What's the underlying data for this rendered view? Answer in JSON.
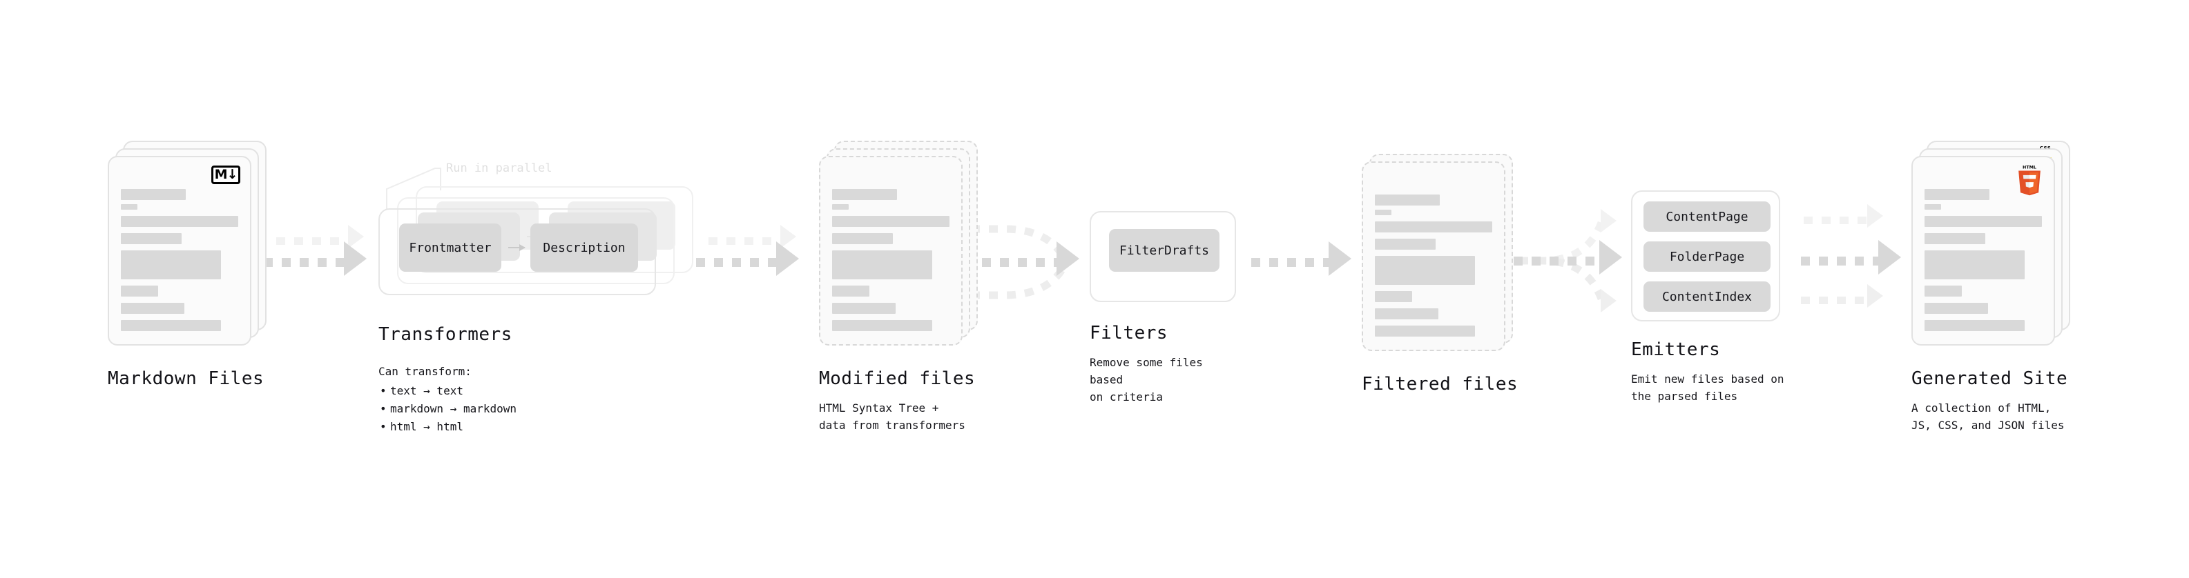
{
  "diagram": {
    "title": "Quartz build pipeline",
    "colors": {
      "text": "#14141a",
      "bar": "#d9d9d9",
      "card_border": "#e2e2e2",
      "dashed_border": "#d8d8d8",
      "chip": "#d9d9d9",
      "arrow": "#d8d8d8",
      "note": "#e0e0e0",
      "html5": "#e34f26",
      "css3": "#264de4",
      "js": "#f0db4f"
    }
  },
  "stages": {
    "markdown_files": {
      "title": "Markdown Files",
      "subtitle": "",
      "badge_label": "M",
      "badge_icon": "markdown-icon",
      "card_style": "solid"
    },
    "transformers": {
      "title": "Transformers",
      "note": "Run in parallel",
      "lead": "Can transform:",
      "items": [
        "text → text",
        "markdown → markdown",
        "html → html"
      ],
      "chips": [
        "Frontmatter",
        "Description"
      ]
    },
    "modified_files": {
      "title": "Modified files",
      "subtitle": "HTML Syntax Tree +\ndata from transformers",
      "card_style": "dashed"
    },
    "filters": {
      "title": "Filters",
      "subtitle": "Remove some files based\non criteria",
      "chips": [
        "FilterDrafts"
      ]
    },
    "filtered_files": {
      "title": "Filtered files",
      "subtitle": "",
      "card_style": "dashed"
    },
    "emitters": {
      "title": "Emitters",
      "subtitle": "Emit new files based on\nthe parsed files",
      "chips": [
        "ContentPage",
        "FolderPage",
        "ContentIndex"
      ]
    },
    "generated_site": {
      "title": "Generated Site",
      "subtitle": "A collection of HTML,\nJS, CSS, and JSON files",
      "badges": [
        "html5-icon",
        "js-icon",
        "css3-icon"
      ],
      "card_style": "solid"
    }
  }
}
